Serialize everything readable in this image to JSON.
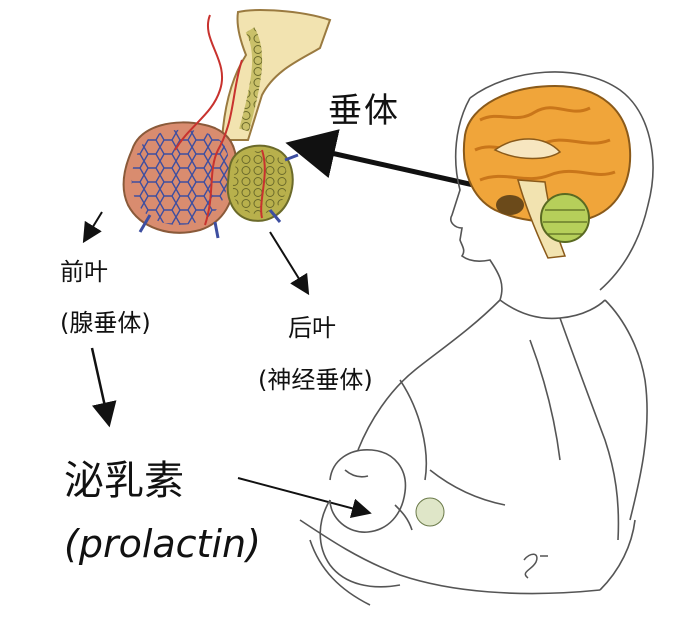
{
  "labels": {
    "pituitary": "垂体",
    "anterior_lobe": "前叶",
    "anterior_lobe_sub": "(腺垂体)",
    "posterior_lobe": "后叶",
    "posterior_lobe_sub": "(神经垂体)",
    "prolactin": "泌乳素",
    "prolactin_en": "(prolactin)"
  },
  "colors": {
    "cerebrum": "#f0a53a",
    "cerebrum_fold": "#c9761a",
    "anterior_gland": "#d98c6f",
    "posterior_gland": "#b8b04c",
    "vessel_blue": "#3d4ea0",
    "vessel_red": "#c8322e",
    "cerebellum": "#b6cf5a",
    "sketch_line": "#555555"
  }
}
